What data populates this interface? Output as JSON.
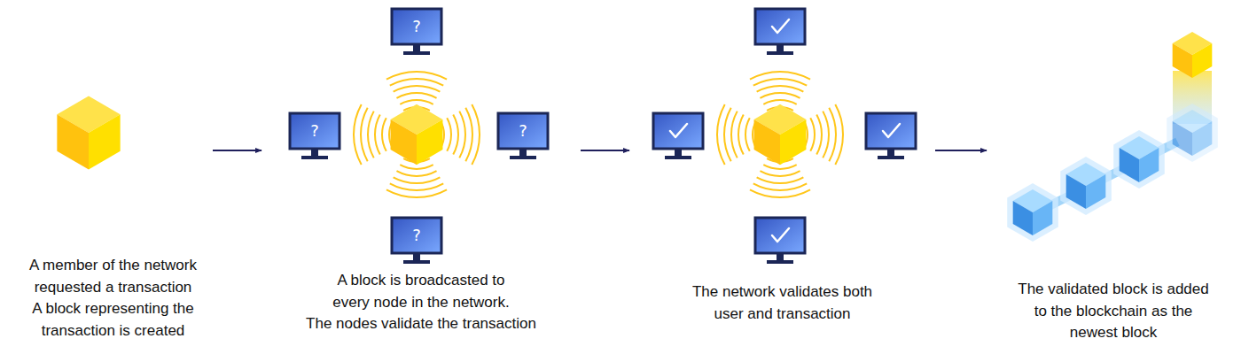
{
  "diagram": {
    "nodes": [
      {
        "text": [
          "A member of the network requested a transaction",
          "A block representing the transaction is created"
        ]
      },
      {
        "text": [
          "A block is broadcasted to every node in the network.",
          "The nodes validate the transaction"
        ]
      },
      {
        "text": [
          "The network validates both user and transaction"
        ]
      },
      {
        "text": [
          "The validated block is added to the blockchain as the newest block"
        ]
      }
    ],
    "edges": [
      {
        "from": 0,
        "to": 1,
        "arrow": "to"
      },
      {
        "from": 1,
        "to": 2,
        "arrow": "to"
      },
      {
        "from": 2,
        "to": 3,
        "arrow": "to"
      }
    ],
    "labels": [
      "?",
      "?",
      "?",
      "?"
    ]
  }
}
